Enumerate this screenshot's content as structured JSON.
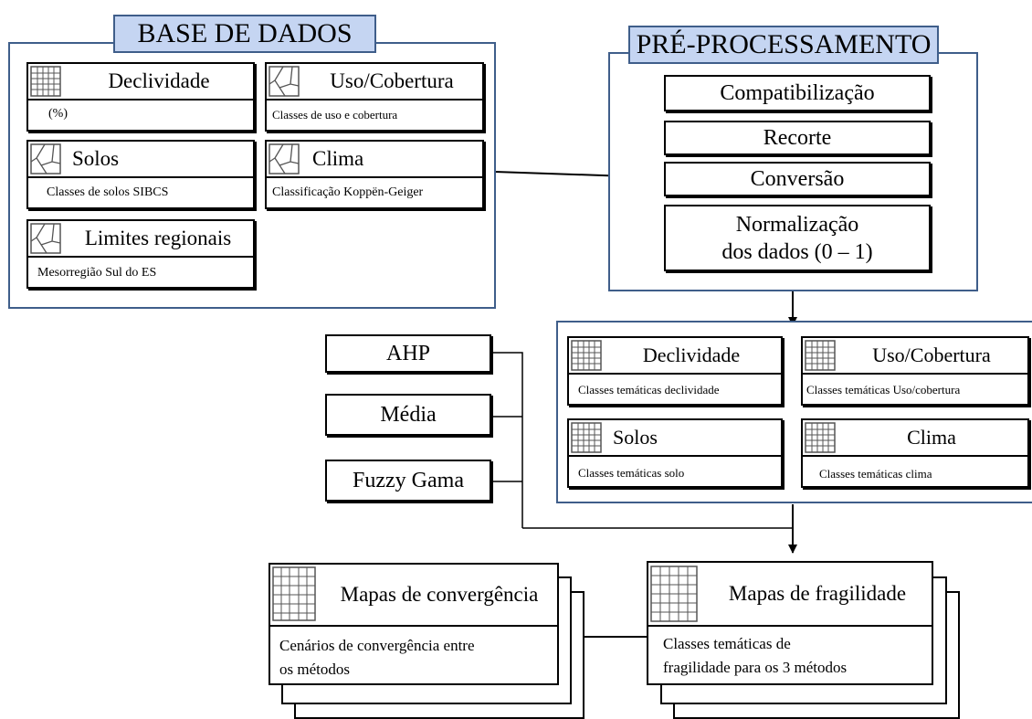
{
  "base": {
    "title": "BASE DE DADOS",
    "declividade": {
      "title": "Declividade",
      "desc": "(%)"
    },
    "uso": {
      "title": "Uso/Cobertura",
      "desc": "Classes de uso e cobertura"
    },
    "solos": {
      "title": "Solos",
      "desc": "Classes de solos SIBCS"
    },
    "clima": {
      "title": "Clima",
      "desc": "Classificação Koppën-Geiger"
    },
    "limites": {
      "title": "Limites regionais",
      "desc": "Mesorregião Sul do ES"
    }
  },
  "pre": {
    "title": "PRÉ-PROCESSAMENTO",
    "steps": [
      "Compatibilização",
      "Recorte",
      "Conversão"
    ],
    "norm_line1": "Normalização",
    "norm_line2": "dos dados (0 – 1)"
  },
  "thematic": {
    "declividade": {
      "title": "Declividade",
      "desc": "Classes temáticas declividade"
    },
    "uso": {
      "title": "Uso/Cobertura",
      "desc": "Classes temáticas Uso/cobertura"
    },
    "solos": {
      "title": "Solos",
      "desc": "Classes temáticas solo"
    },
    "clima": {
      "title": "Clima",
      "desc": "Classes temáticas clima"
    }
  },
  "methods": [
    "AHP",
    "Média",
    "Fuzzy Gama"
  ],
  "fragilidade": {
    "title": "Mapas de fragilidade",
    "desc_line1": "Classes temáticas de",
    "desc_line2": "fragilidade  para os 3 métodos"
  },
  "convergencia": {
    "title": "Mapas de convergência",
    "desc_line1": "Cenários de convergência  entre",
    "desc_line2": "os métodos"
  },
  "icons": {
    "raster": "raster-grid-icon",
    "vector": "vector-polygon-icon"
  },
  "colors": {
    "panel_border": "#3f5e8a",
    "banner_fill": "#c5d5f2"
  }
}
